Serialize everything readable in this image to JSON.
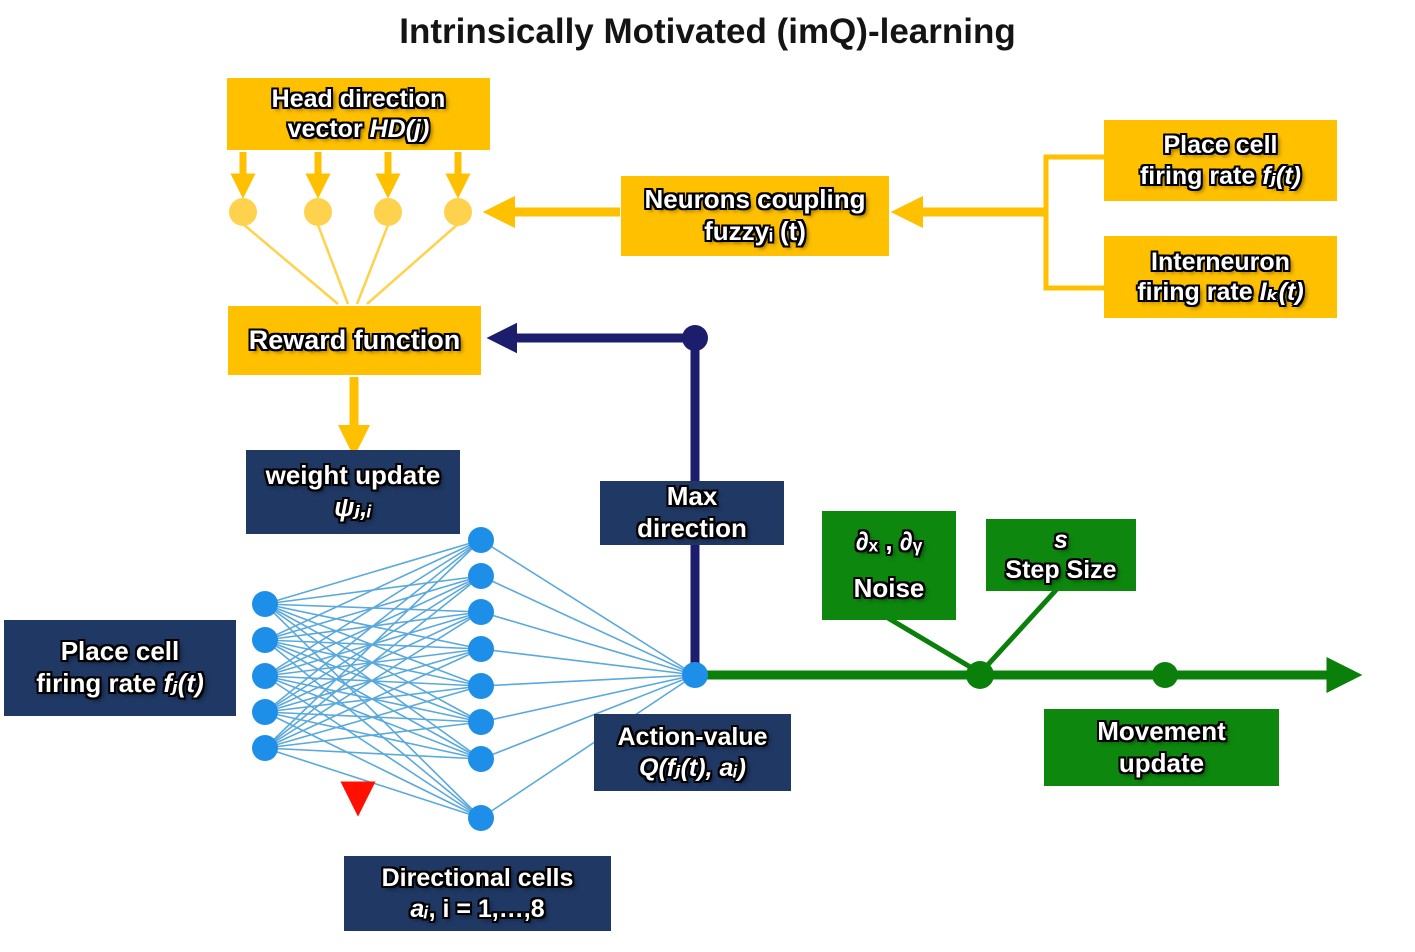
{
  "title": "Intrinsically Motivated (imQ)-learning",
  "colors": {
    "gold": "#FFC000",
    "gold-light": "#FFD24D",
    "navy": "#1F3864",
    "navy-arrow": "#1D1D6E",
    "green": "#0E870E",
    "green-line": "#0A7F0A",
    "blue": "#1E8FE8",
    "blue-light": "#5AA9DC",
    "grad-top": "#FFE400",
    "grad-mid": "#FF9000",
    "grad-bottom": "#FF1000"
  },
  "nodes": {
    "head_direction": {
      "line1": "Head direction",
      "line2_plain": "vector ",
      "line2_math": "HD(j)"
    },
    "neurons_coupling": {
      "line1": "Neurons coupling",
      "line2": "fuzzyᵢ (t)"
    },
    "place_cell_input": {
      "line1": "Place cell",
      "line2_plain": "firing rate ",
      "line2_math": "fⱼ(t)"
    },
    "interneuron": {
      "line1": "Interneuron",
      "line2_plain": "firing rate ",
      "line2_math": "Iₖ(t)"
    },
    "reward_function": {
      "label": "Reward function"
    },
    "weight_update": {
      "line1": "weight update",
      "line2": "ψⱼ,ᵢ"
    },
    "max_direction": {
      "line1": "Max",
      "line2": "direction"
    },
    "place_cell_left": {
      "line1": "Place cell",
      "line2_plain": "firing rate  ",
      "line2_math": "fⱼ(t)"
    },
    "action_value": {
      "line1": "Action-value",
      "line2": "Q(fⱼ(t), aᵢ)"
    },
    "noise": {
      "line1": "∂ₓ , ∂ᵧ",
      "line2": "Noise"
    },
    "step_size": {
      "line1": "s",
      "line2": "Step Size"
    },
    "movement_update": {
      "line1": "Movement",
      "line2": "update"
    },
    "directional_cells": {
      "line1": "Directional cells",
      "line2_math": "aᵢ",
      "line2_plain": ", i = 1,…,8"
    }
  }
}
